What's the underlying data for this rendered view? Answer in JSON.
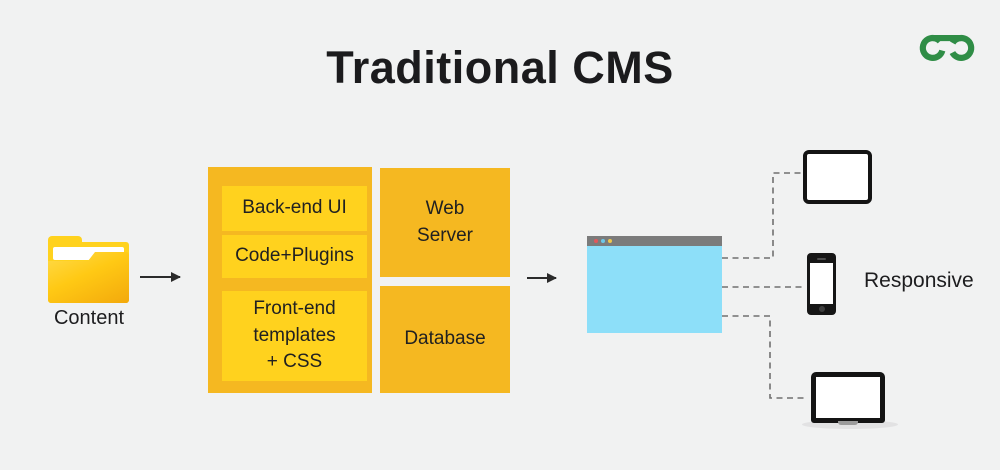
{
  "title": "Traditional CMS",
  "brand": {
    "logo": "geeksforgeeks-logo",
    "color": "#2f8d46"
  },
  "content_source": {
    "label": "Content",
    "icon": "folder-icon",
    "folder_color": "#ffd21e"
  },
  "flow_arrows": [
    "content-to-cms-arrow",
    "cms-to-browser-arrow"
  ],
  "cms_stack": {
    "outer_color": "#f5b821",
    "inner_color": "#ffd21e",
    "back_end_ui": "Back-end UI",
    "code_plugins": "Code+Plugins",
    "front_end_templates": [
      "Front-end",
      "templates",
      "+ CSS"
    ]
  },
  "infrastructure": {
    "block_color": "#f5b821",
    "web_server": [
      "Web",
      "Server"
    ],
    "database": "Database"
  },
  "browser": {
    "icon": "browser-window-icon",
    "bar_color": "#7b7b7b",
    "page_color": "#8ddff9",
    "dot_colors": [
      "#e2575b",
      "#6cc8e8",
      "#edc84c"
    ]
  },
  "output": {
    "responsive_label": "Responsive",
    "devices": [
      "tablet-icon",
      "smartphone-icon",
      "laptop-icon"
    ],
    "connector_style": "dashed"
  }
}
